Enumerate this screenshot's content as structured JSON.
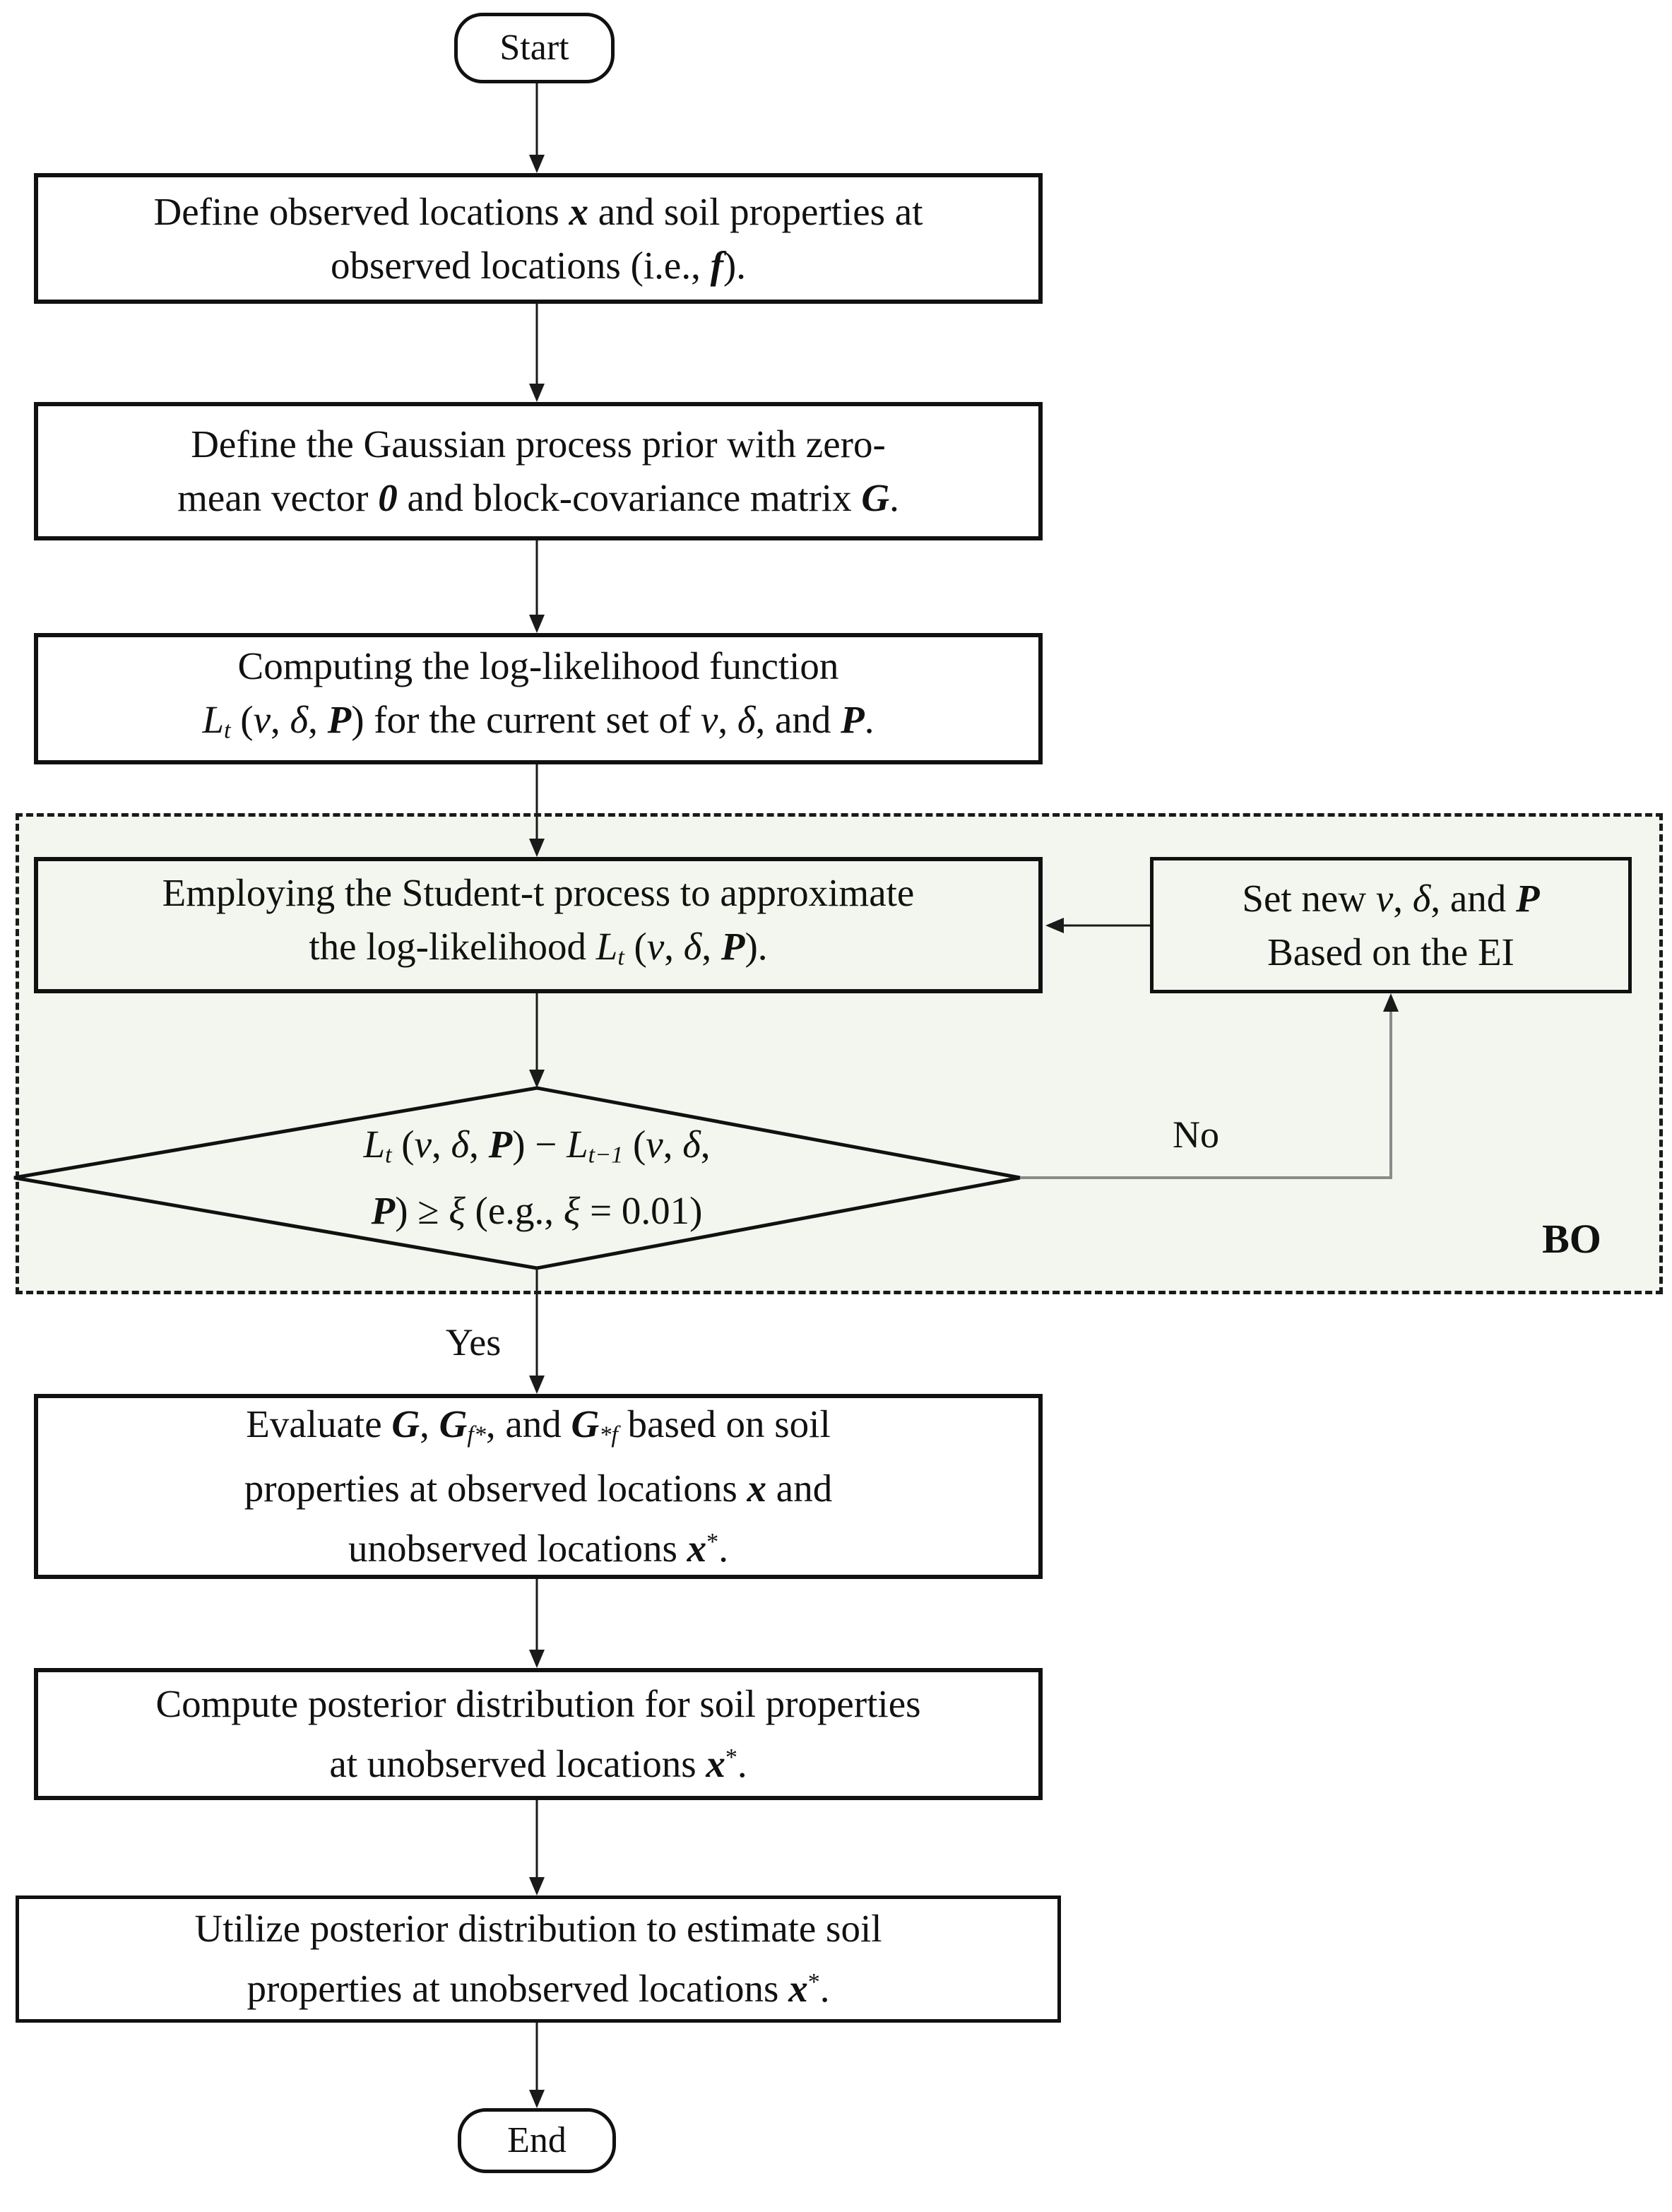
{
  "colors": {
    "background": "#ffffff",
    "bo_region_fill": "#f3f6ee",
    "line": "#1a1a1a",
    "no_path_line": "#8a8a8a",
    "border": "#111111"
  },
  "labels": {
    "yes": "Yes",
    "no": "No",
    "bo_region": "BO"
  },
  "nodes": {
    "start": {
      "label": "Start"
    },
    "define_locations": {
      "segments": [
        {
          "t": "Define observed locations "
        },
        {
          "t": "x",
          "s": "bd it"
        },
        {
          "t": " and soil properties at\nobserved locations (i.e., "
        },
        {
          "t": "f",
          "s": "bd it"
        },
        {
          "t": ")."
        }
      ]
    },
    "define_gp_prior": {
      "segments": [
        {
          "t": "Define the Gaussian process prior with zero-\nmean vector "
        },
        {
          "t": "0",
          "s": "bd it"
        },
        {
          "t": " and block-covariance matrix "
        },
        {
          "t": "G",
          "s": "bd it"
        },
        {
          "t": "."
        }
      ]
    },
    "compute_loglik": {
      "segments": [
        {
          "t": "Computing the log-likelihood function\n"
        },
        {
          "t": "L",
          "s": "it"
        },
        {
          "t": "t",
          "s": "sb it"
        },
        {
          "t": " ("
        },
        {
          "t": "v",
          "s": "it"
        },
        {
          "t": ", "
        },
        {
          "t": "δ",
          "s": "it"
        },
        {
          "t": ", "
        },
        {
          "t": "P",
          "s": "bd it"
        },
        {
          "t": ") for the current set of "
        },
        {
          "t": "v",
          "s": "it"
        },
        {
          "t": ", "
        },
        {
          "t": "δ",
          "s": "it"
        },
        {
          "t": ", and "
        },
        {
          "t": "P",
          "s": "bd it"
        },
        {
          "t": "."
        }
      ]
    },
    "student_t": {
      "segments": [
        {
          "t": "Employing the Student-t process to approximate\nthe log-likelihood "
        },
        {
          "t": "L",
          "s": "it"
        },
        {
          "t": "t",
          "s": "sb it"
        },
        {
          "t": " ("
        },
        {
          "t": "v",
          "s": "it"
        },
        {
          "t": ", "
        },
        {
          "t": "δ",
          "s": "it"
        },
        {
          "t": ", "
        },
        {
          "t": "P",
          "s": "bd it"
        },
        {
          "t": ")."
        }
      ]
    },
    "set_new_params": {
      "segments": [
        {
          "t": "Set new "
        },
        {
          "t": "v",
          "s": "it"
        },
        {
          "t": ", "
        },
        {
          "t": "δ",
          "s": "it"
        },
        {
          "t": ", and "
        },
        {
          "t": "P",
          "s": "bd it"
        },
        {
          "t": "\nBased on the EI"
        }
      ]
    },
    "decision": {
      "segments": [
        {
          "t": "L",
          "s": "it"
        },
        {
          "t": "t",
          "s": "sb it"
        },
        {
          "t": " ("
        },
        {
          "t": "v",
          "s": "it"
        },
        {
          "t": ", "
        },
        {
          "t": "δ",
          "s": "it"
        },
        {
          "t": ", "
        },
        {
          "t": "P",
          "s": "bd it"
        },
        {
          "t": ") − "
        },
        {
          "t": "L",
          "s": "it"
        },
        {
          "t": "t−1",
          "s": "sb it"
        },
        {
          "t": " ("
        },
        {
          "t": "v",
          "s": "it"
        },
        {
          "t": ", "
        },
        {
          "t": "δ",
          "s": "it"
        },
        {
          "t": ",\n"
        },
        {
          "t": "P",
          "s": "bd it"
        },
        {
          "t": ") ≥ "
        },
        {
          "t": "ξ",
          "s": "it"
        },
        {
          "t": " (e.g., "
        },
        {
          "t": "ξ",
          "s": "it"
        },
        {
          "t": " = 0.01)"
        }
      ]
    },
    "evaluate_cov": {
      "segments": [
        {
          "t": "Evaluate "
        },
        {
          "t": "G",
          "s": "bd it"
        },
        {
          "t": ", "
        },
        {
          "t": "G",
          "s": "bd it"
        },
        {
          "t": "f*",
          "s": "sb it"
        },
        {
          "t": ", and "
        },
        {
          "t": "G",
          "s": "bd it"
        },
        {
          "t": "*f",
          "s": "sb it"
        },
        {
          "t": " based on soil\nproperties at observed locations "
        },
        {
          "t": "x",
          "s": "bd it"
        },
        {
          "t": " and\nunobserved locations "
        },
        {
          "t": "x",
          "s": "bd it"
        },
        {
          "t": "*",
          "s": "sp"
        },
        {
          "t": "."
        }
      ]
    },
    "compute_posterior": {
      "segments": [
        {
          "t": "Compute posterior distribution for soil properties\nat unobserved locations "
        },
        {
          "t": "x",
          "s": "bd it"
        },
        {
          "t": "*",
          "s": "sp"
        },
        {
          "t": "."
        }
      ]
    },
    "utilize_posterior": {
      "segments": [
        {
          "t": "Utilize posterior distribution to estimate soil\nproperties at unobserved locations "
        },
        {
          "t": "x",
          "s": "bd it"
        },
        {
          "t": "*",
          "s": "sp"
        },
        {
          "t": "."
        }
      ]
    },
    "end": {
      "label": "End"
    }
  }
}
